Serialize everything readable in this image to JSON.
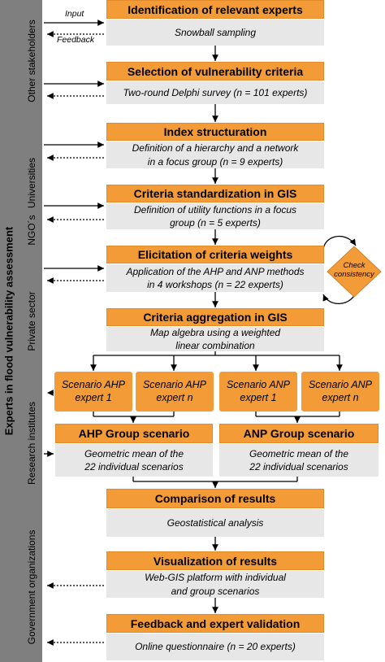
{
  "sidebar": {
    "title": "Experts in flood vulnerability assessment",
    "groups": [
      {
        "label": "Other stakeholders"
      },
      {
        "label": "Universities"
      },
      {
        "label": "NGO´s"
      },
      {
        "label": "Private sector"
      },
      {
        "label": "Research institutes"
      },
      {
        "label": "Government organizations"
      }
    ]
  },
  "io_labels": {
    "input": "Input",
    "feedback": "Feedback"
  },
  "steps": [
    {
      "title": "Identification of relevant experts",
      "desc": "Snowball sampling"
    },
    {
      "title": "Selection of vulnerability criteria",
      "desc": "Two-round Delphi survey (n = 101 experts)"
    },
    {
      "title": "Index structuration",
      "desc_line1": "Definition of a hierarchy and a network",
      "desc_line2": "in a focus group (n = 9 experts)"
    },
    {
      "title": "Criteria standardization in GIS",
      "desc_line1": "Definition of utility functions in a focus",
      "desc_line2": "group (n = 5 experts)"
    },
    {
      "title": "Elicitation of criteria weights",
      "desc_line1": "Application of the AHP and ANP methods",
      "desc_line2": "in 4 workshops (n = 22 experts)"
    },
    {
      "title": "Criteria aggregation in GIS",
      "desc_line1": "Map algebra using a weighted",
      "desc_line2": "linear combination"
    }
  ],
  "check": {
    "line1": "Check",
    "line2": "consistency"
  },
  "scenarios": [
    {
      "line1": "Scenario AHP",
      "line2": "expert 1"
    },
    {
      "line1": "Scenario AHP",
      "line2": "expert n"
    },
    {
      "line1": "Scenario ANP",
      "line2": "expert 1"
    },
    {
      "line1": "Scenario ANP",
      "line2": "expert n"
    }
  ],
  "group_scenarios": [
    {
      "title": "AHP Group scenario",
      "desc_line1": "Geometric mean of the",
      "desc_line2": "22 individual scenarios"
    },
    {
      "title": "ANP Group scenario",
      "desc_line1": "Geometric mean of the",
      "desc_line2": "22 individual scenarios"
    }
  ],
  "final_steps": [
    {
      "title": "Comparison of results",
      "desc": "Geostatistical analysis"
    },
    {
      "title": "Visualization of results",
      "desc_line1": "Web-GIS platform with individual",
      "desc_line2": "and group scenarios"
    },
    {
      "title": "Feedback and expert validation",
      "desc": "Online questionnaire (n = 20 experts)"
    }
  ],
  "colors": {
    "header": "#f39b37",
    "desc_bg": "#e7e7e7",
    "sidebar": "#7f7f7f"
  }
}
